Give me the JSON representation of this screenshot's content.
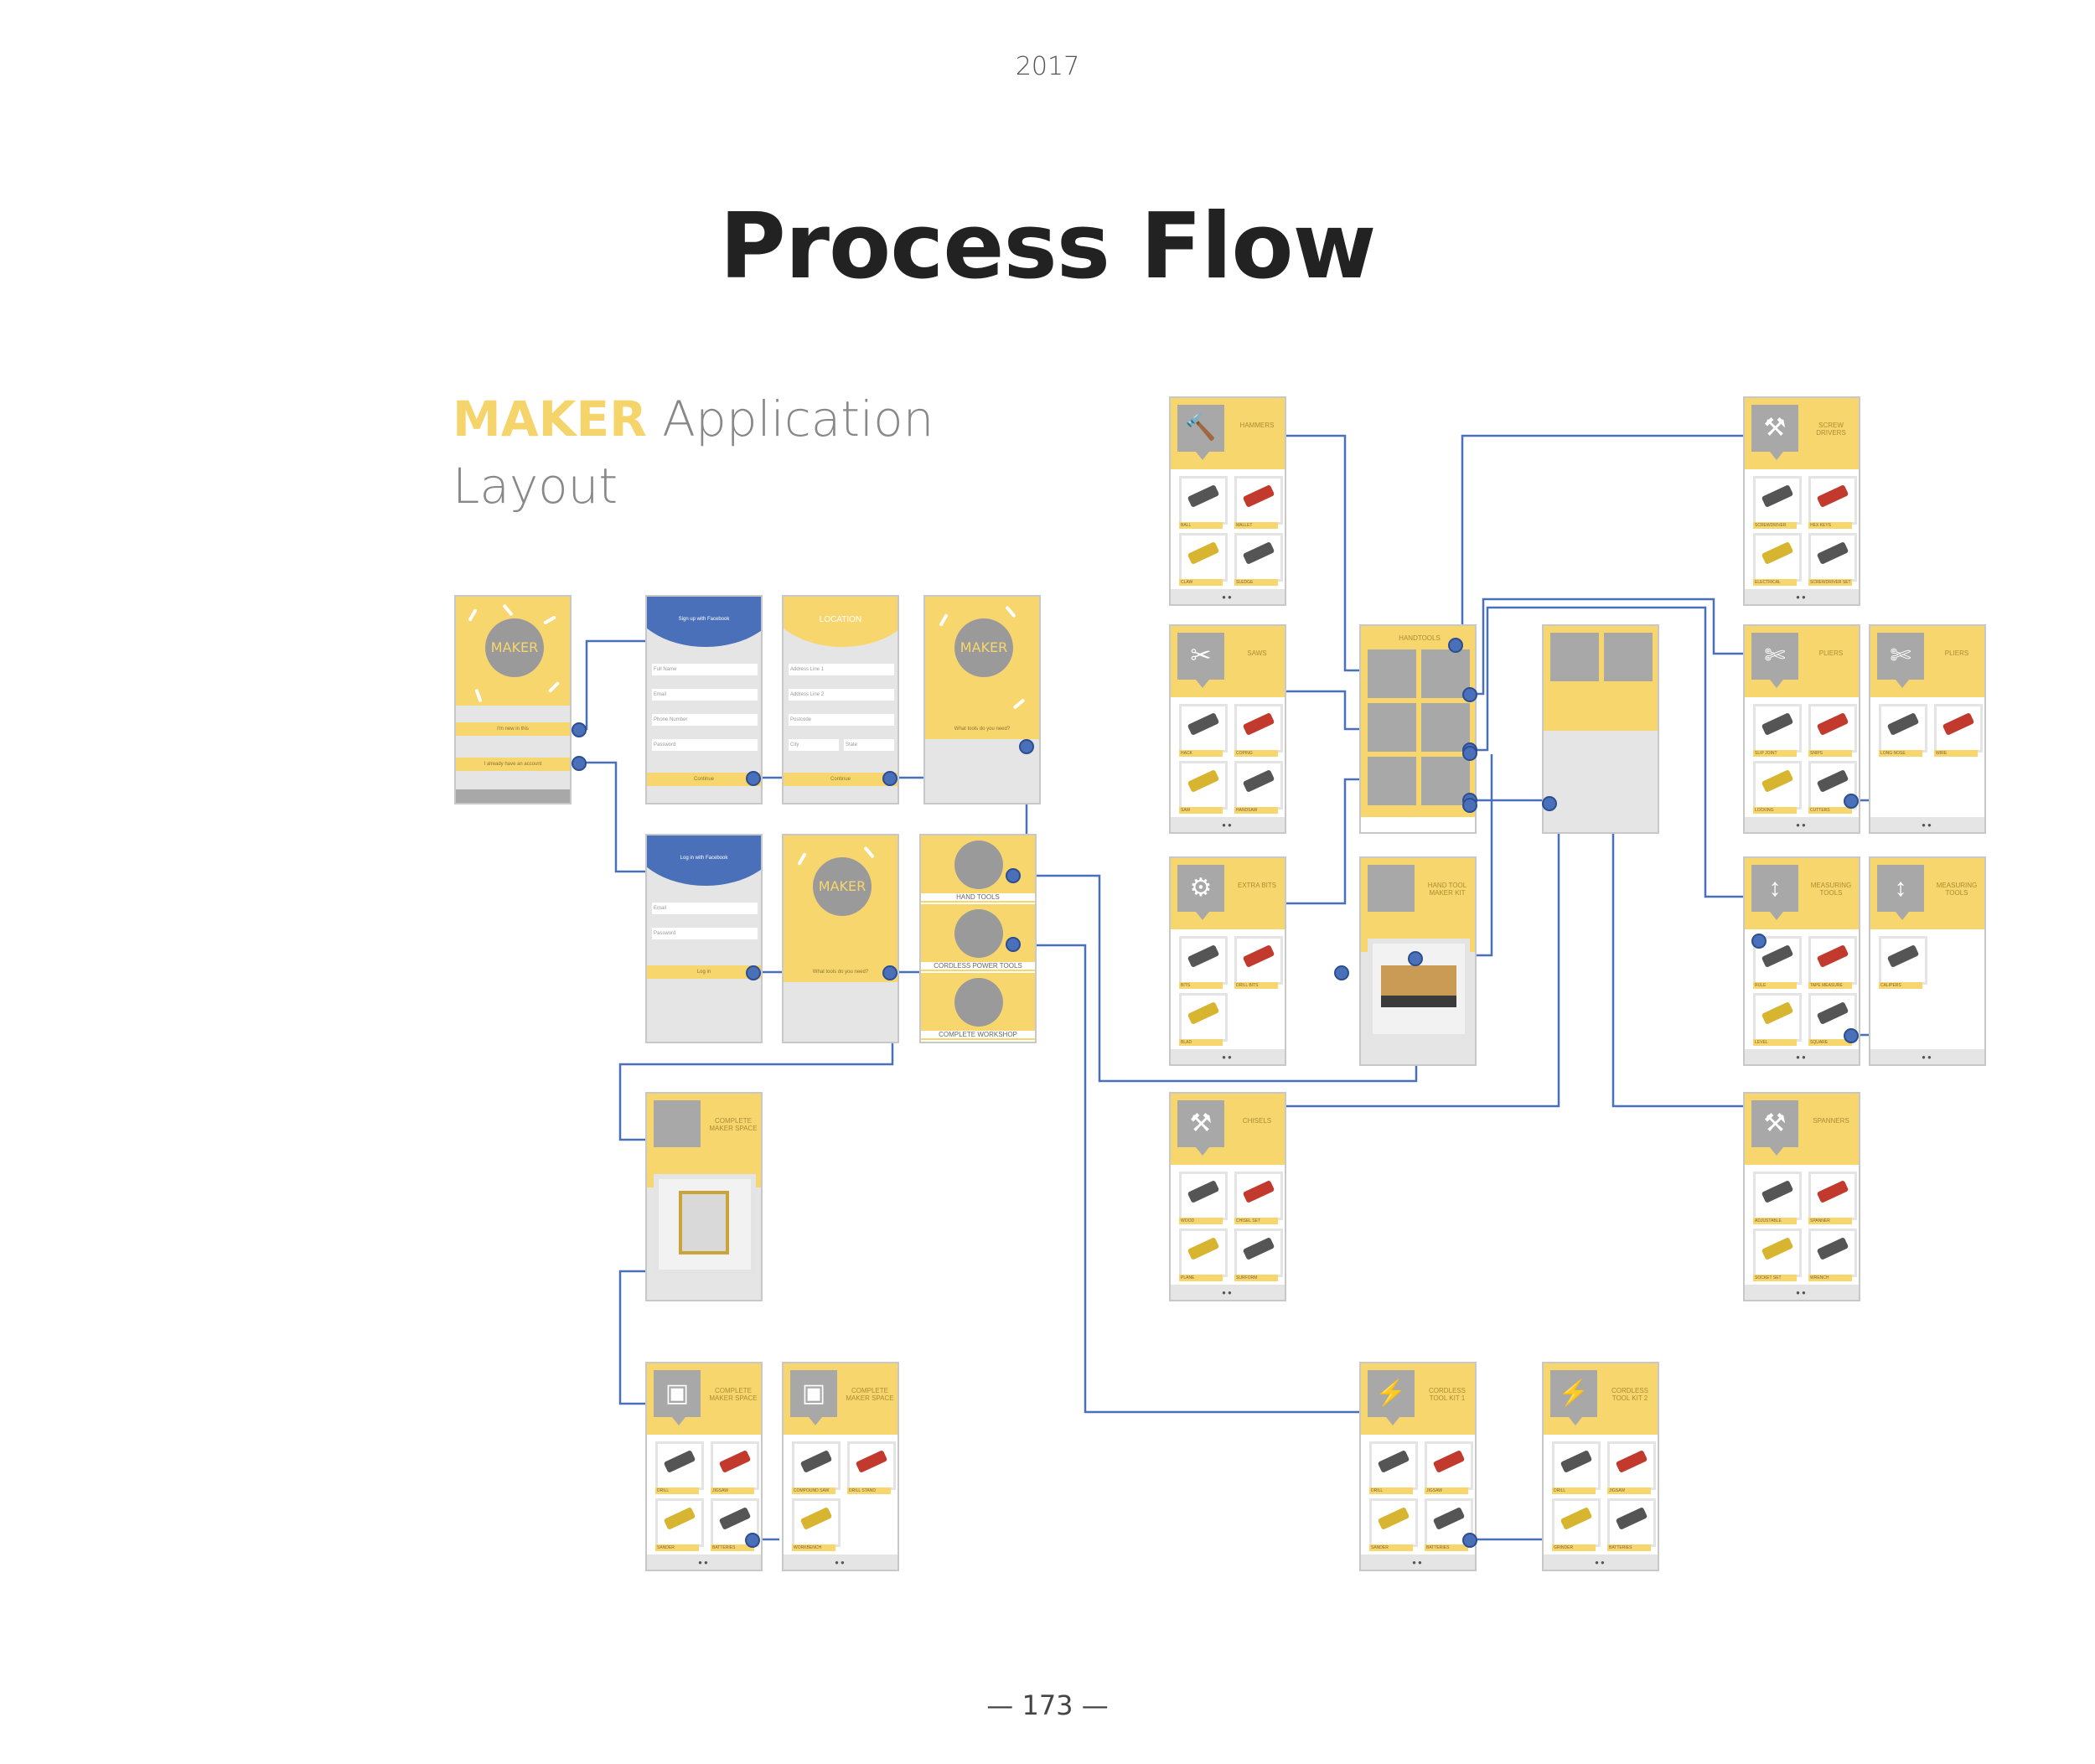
{
  "page": {
    "year": "2017",
    "title": "Process Flow",
    "subtitle_accent": "MAKER",
    "subtitle_line1": " Application",
    "subtitle_line2": "Layout",
    "page_number": "— 173 —"
  },
  "colors": {
    "yellow": "#f8d66e",
    "gray": "#a8a8a8",
    "link_blue": "#4a70b9"
  },
  "onboarding": {
    "splash_logo": "MAKER",
    "splash_new": "I'm new in this",
    "splash_account": "I already have an account",
    "signup_facebook": "Sign up with Facebook",
    "signup_fields": [
      "Full Name",
      "Email",
      "Phone Number",
      "Password"
    ],
    "continue": "Continue",
    "location_title": "LOCATION",
    "location_fields": [
      "Address Line 1",
      "Address Line 2",
      "Postcode",
      "City",
      "State"
    ],
    "what_tools": "What tools do you need?",
    "login_facebook": "Log in with Facebook",
    "login_fields": [
      "Email",
      "Password"
    ],
    "login_button": "Log in",
    "cat_hand": "HAND TOOLS",
    "cat_cordless": "CORDLESS POWER TOOLS",
    "cat_workshop": "COMPLETE WORKSHOP"
  },
  "screens": {
    "hammers": {
      "title": "HAMMERS",
      "items": [
        "BALL",
        "MALLET",
        "CLAW",
        "SLEDGE"
      ]
    },
    "saws": {
      "title": "SAWS",
      "items": [
        "HACK",
        "COPING",
        "SAW",
        "HANDSAW"
      ]
    },
    "extra_bits": {
      "title": "EXTRA BITS",
      "items": [
        "BITS",
        "DRILL BITS",
        "BLAD"
      ]
    },
    "chisels": {
      "title": "CHISELS",
      "items": [
        "WOOD",
        "CHISEL SET",
        "PLANE",
        "SURFORM"
      ]
    },
    "handtools": {
      "title": "HANDTOOLS"
    },
    "hand_tool_kit": {
      "title": "HAND TOOL MAKER KIT"
    },
    "screwdrivers": {
      "title": "SCREW DRIVERS",
      "items": [
        "SCREWDRIVER",
        "HEX KEYS",
        "ELECTRICAL",
        "SCREWDRIVER SET"
      ]
    },
    "pliers1": {
      "title": "PLIERS",
      "items": [
        "SLIP JOINT",
        "SNIPS",
        "LOCKING",
        "CUTTERS"
      ]
    },
    "pliers2": {
      "title": "PLIERS",
      "items": [
        "LONG NOSE",
        "WIRE"
      ]
    },
    "measuring1": {
      "title": "MEASURING TOOLS",
      "items": [
        "RULE",
        "TAPE MEASURE",
        "LEVEL",
        "SQUARE"
      ]
    },
    "measuring2": {
      "title": "MEASURING TOOLS",
      "items": [
        "CALIPERS"
      ]
    },
    "spanners": {
      "title": "SPANNERS",
      "items": [
        "ADJUSTABLE",
        "SPANNER",
        "SOCKET SET",
        "WRENCH"
      ]
    },
    "complete_space1": {
      "title": "COMPLETE MAKER SPACE"
    },
    "complete_space2": {
      "title": "COMPLETE MAKER SPACE",
      "items": [
        "DRILL",
        "JIGSAW",
        "SANDER",
        "BATTERIES"
      ]
    },
    "complete_space3": {
      "title": "COMPLETE MAKER SPACE",
      "items": [
        "COMPOUND SAW",
        "DRILL STAND",
        "WORKBENCH"
      ]
    },
    "cordless1": {
      "title": "CORDLESS TOOL KIT 1",
      "items": [
        "DRILL",
        "JIGSAW",
        "SANDER",
        "BATTERIES"
      ]
    },
    "cordless2": {
      "title": "CORDLESS TOOL KIT 2",
      "items": [
        "DRILL",
        "JIGSAW",
        "GRINDER",
        "BATTERIES"
      ]
    }
  }
}
